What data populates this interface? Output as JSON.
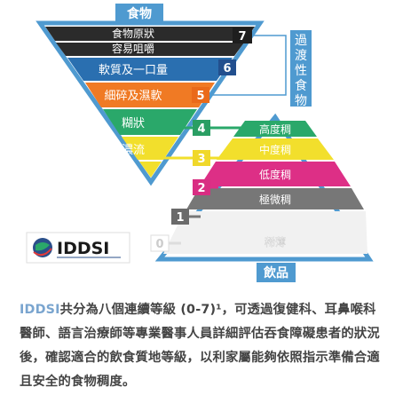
{
  "food_label": "食物",
  "drinks_label": "飲品",
  "transitional_label": "過渡性食物",
  "food_levels": [
    {
      "num": "7",
      "label": "食物原狀",
      "color": "#2b2b2b",
      "badge_color": "#1e1e1e"
    },
    {
      "num": "",
      "label": "容易咀嚼",
      "color": "#2b2b2b",
      "badge_color": ""
    },
    {
      "num": "6",
      "label": "軟質及一口量",
      "color": "#2a6fb0",
      "badge_color": "#224f8e"
    },
    {
      "num": "5",
      "label": "細碎及濕軟",
      "color": "#f07a24",
      "badge_color": "#ea6a1a"
    },
    {
      "num": "4",
      "label": "糊狀",
      "color": "#2aa86a",
      "badge_color": "#2a9e63"
    },
    {
      "num": "3",
      "label": "濃流",
      "color": "#f2df2c",
      "badge_color": "#f0d82a"
    }
  ],
  "drink_levels": [
    {
      "num": "4",
      "label": "高度稠",
      "color": "#2aa86a",
      "badge_color": "#2a9e63"
    },
    {
      "num": "3",
      "label": "中度稠",
      "color": "#f2df2c",
      "badge_color": "#f0d82a"
    },
    {
      "num": "2",
      "label": "低度稠",
      "color": "#dd2f86",
      "badge_color": "#d92d82"
    },
    {
      "num": "1",
      "label": "極微稠",
      "color": "#777777",
      "badge_color": "#6a6a6a"
    },
    {
      "num": "0",
      "label": "稀薄",
      "color": "#f1f1f1",
      "badge_color": "#ffffff"
    }
  ],
  "logo": {
    "text": "IDDSI"
  },
  "paragraph": {
    "brand": "IDDSI",
    "text": "共分為八個連續等級 (0-7)¹，可透過復健科、耳鼻喉科醫師、語言治療師等專業醫事人員詳細評估吞食障礙患者的狀況後，確認適合的飲食質地等級，以利家屬能夠依照指示準備合適且安全的食物稠度。"
  },
  "colors": {
    "frame": "#4f9ad0",
    "brand": "#7aa5cf"
  }
}
